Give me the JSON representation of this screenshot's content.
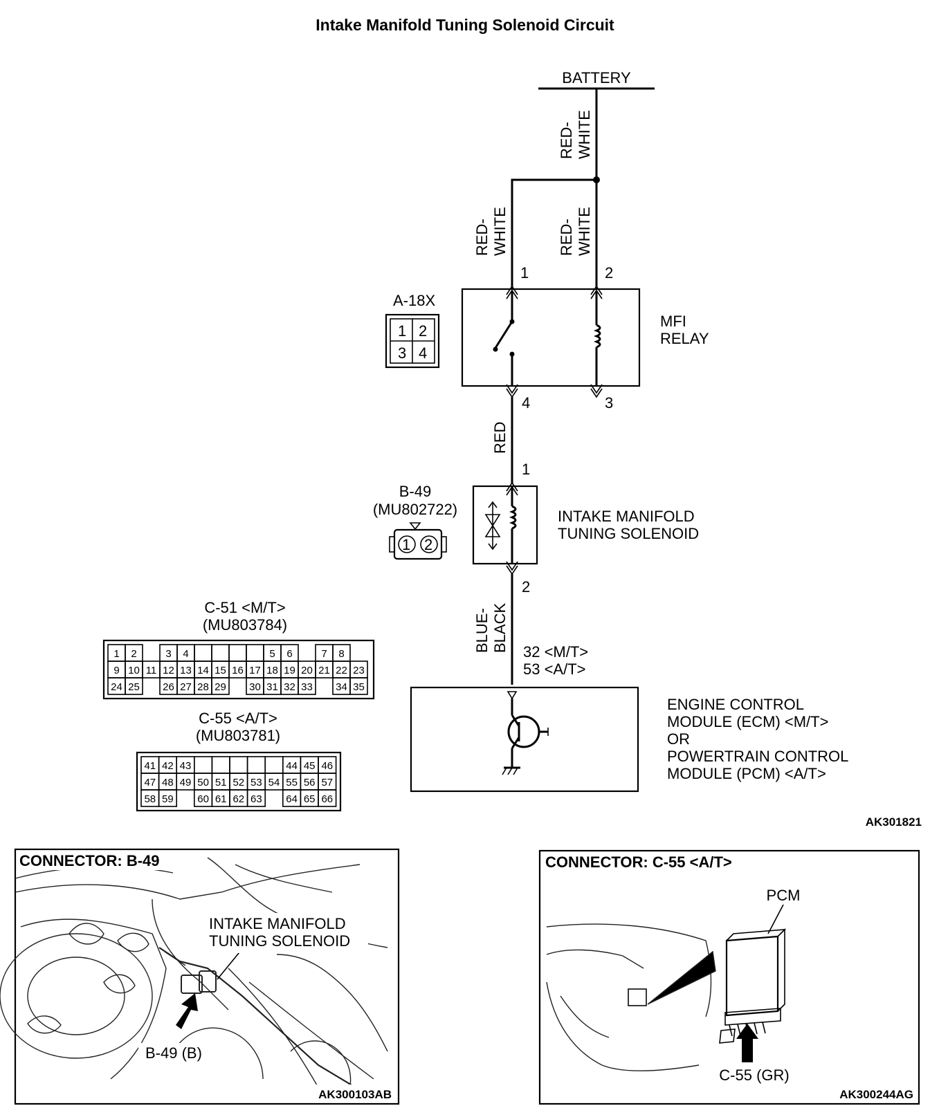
{
  "title": "Intake Manifold Tuning Solenoid Circuit",
  "figure_id_top": "AK301821",
  "battery": {
    "label": "BATTERY"
  },
  "wires": {
    "w_top": [
      "RED-",
      "WHITE"
    ],
    "w_left": [
      "RED-",
      "WHITE"
    ],
    "w_right": [
      "RED-",
      "WHITE"
    ],
    "w_red": "RED",
    "w_blue": [
      "BLUE-",
      "BLACK"
    ]
  },
  "relay": {
    "label_line1": "MFI",
    "label_line2": "RELAY",
    "pin_1": "1",
    "pin_2": "2",
    "pin_3": "3",
    "pin_4": "4"
  },
  "a18x": {
    "label": "A-18X",
    "cells": [
      "1",
      "2",
      "3",
      "4"
    ]
  },
  "b49": {
    "label": "B-49",
    "part": "(MU802722)",
    "cells": [
      "1",
      "2"
    ]
  },
  "solenoid": {
    "label_line1": "INTAKE MANIFOLD",
    "label_line2": "TUNING SOLENOID",
    "pin_1": "1",
    "pin_2": "2"
  },
  "ecm_pins": {
    "mt": "32 <M/T>",
    "at": "53 <A/T>"
  },
  "ecm": {
    "line1": "ENGINE CONTROL",
    "line2": "MODULE (ECM) <M/T>",
    "line3": "OR",
    "line4": "POWERTRAIN CONTROL",
    "line5": "MODULE (PCM) <A/T>"
  },
  "c51": {
    "label": "C-51 <M/T>",
    "part": "(MU803784)",
    "row1": [
      "1",
      "2",
      "3",
      "4",
      "5",
      "6",
      "7",
      "8"
    ],
    "row2": [
      "9",
      "10",
      "11",
      "12",
      "13",
      "14",
      "15",
      "16",
      "17",
      "18",
      "19",
      "20",
      "21",
      "22",
      "23"
    ],
    "row3": [
      "24",
      "25",
      "26",
      "27",
      "28",
      "29",
      "30",
      "31",
      "32",
      "33",
      "34",
      "35"
    ]
  },
  "c55": {
    "label": "C-55 <A/T>",
    "part": "(MU803781)",
    "row1": [
      "41",
      "42",
      "43",
      "44",
      "45",
      "46"
    ],
    "row2": [
      "47",
      "48",
      "49",
      "50",
      "51",
      "52",
      "53",
      "54",
      "55",
      "56",
      "57"
    ],
    "row3": [
      "58",
      "59",
      "60",
      "61",
      "62",
      "63",
      "64",
      "65",
      "66"
    ]
  },
  "panel_left": {
    "header": "CONNECTOR: B-49",
    "callout_line1": "INTAKE MANIFOLD",
    "callout_line2": "TUNING SOLENOID",
    "connector_tag": "B-49 (B)",
    "figure_id": "AK300103AB"
  },
  "panel_right": {
    "header": "CONNECTOR: C-55 <A/T>",
    "pcm_label": "PCM",
    "connector_tag": "C-55 (GR)",
    "figure_id": "AK300244AG"
  }
}
